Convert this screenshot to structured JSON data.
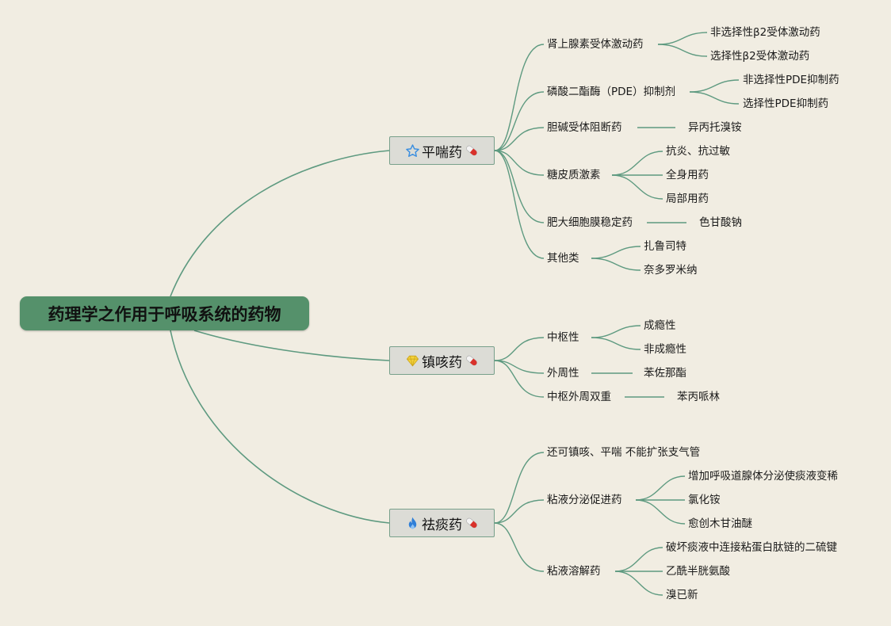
{
  "root": {
    "label": "药理学之作用于呼吸系统的药物"
  },
  "branches": [
    {
      "label": "平喘药",
      "icon": "star-icon",
      "children": [
        {
          "label": "肾上腺素受体激动药",
          "children": [
            "非选择性β2受体激动药",
            "选择性β2受体激动药"
          ]
        },
        {
          "label": "磷酸二酯酶（PDE）抑制剂",
          "children": [
            "非选择性PDE抑制药",
            "选择性PDE抑制药"
          ]
        },
        {
          "label": "胆碱受体阻断药",
          "children": [
            "异丙托溴铵"
          ]
        },
        {
          "label": "糖皮质激素",
          "children": [
            "抗炎、抗过敏",
            "全身用药",
            "局部用药"
          ]
        },
        {
          "label": "肥大细胞膜稳定药",
          "children": [
            "色甘酸钠"
          ]
        },
        {
          "label": "其他类",
          "children": [
            "扎鲁司特",
            "奈多罗米纳"
          ]
        }
      ]
    },
    {
      "label": "镇咳药",
      "icon": "gem-icon",
      "children": [
        {
          "label": "中枢性",
          "children": [
            "成瘾性",
            "非成瘾性"
          ]
        },
        {
          "label": "外周性",
          "children": [
            "苯佐那酯"
          ]
        },
        {
          "label": "中枢外周双重",
          "children": [
            "苯丙哌林"
          ]
        }
      ]
    },
    {
      "label": "祛痰药",
      "icon": "fire-icon",
      "children": [
        {
          "label": "还可镇咳、平喘 不能扩张支气管",
          "children": []
        },
        {
          "label": "粘液分泌促进药",
          "children": [
            "增加呼吸道腺体分泌使痰液变稀",
            "氯化铵",
            "愈创木甘油醚"
          ]
        },
        {
          "label": "粘液溶解药",
          "children": [
            "破坏痰液中连接粘蛋白肽链的二硫键",
            "乙酰半胱氨酸",
            "溴已新"
          ]
        }
      ]
    }
  ],
  "colors": {
    "line": "#5e9a80",
    "root_bg": "#55916b",
    "branch_bg": "#dcdcd6",
    "background": "#f1ede2"
  },
  "pill_icon": "pill-icon"
}
